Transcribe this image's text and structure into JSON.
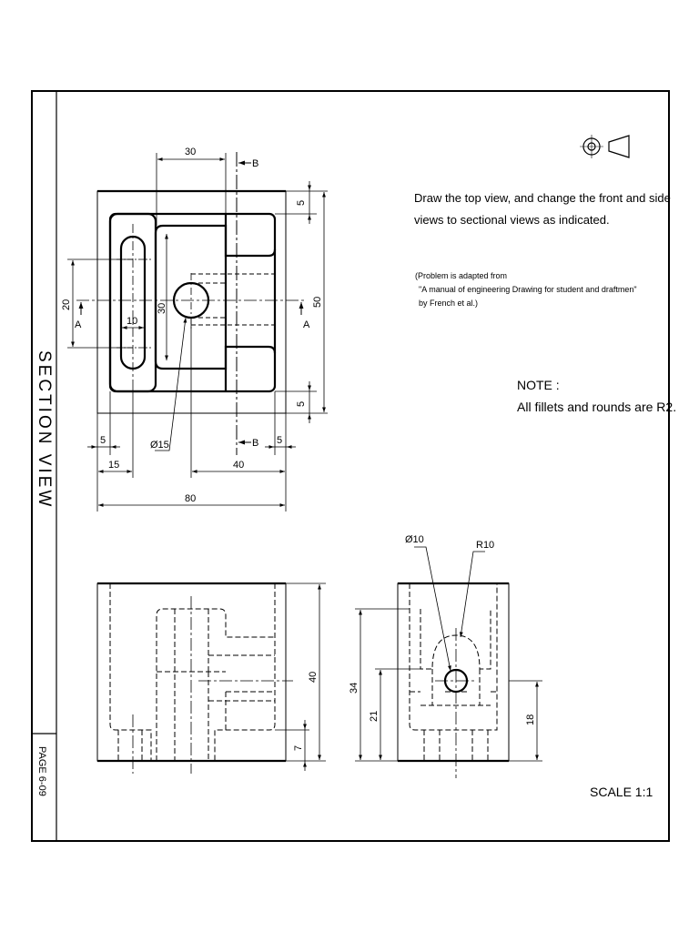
{
  "sheet": {
    "side_title": "SECTION VIEW",
    "page_label": "PAGE 6-09",
    "scale": "SCALE  1:1"
  },
  "instructions": {
    "line1": "Draw the top view, and change the front and side",
    "line2": "views to sectional views as indicated.",
    "source1": "(Problem is adapted from",
    "source2": "\"A manual of engineering Drawing for student and draftmen\"",
    "source3": "by French et al.)",
    "note_title": "NOTE :",
    "note_body": "All fillets and rounds are R2."
  },
  "top_view": {
    "dims": {
      "d30_top": "30",
      "d5_a": "5",
      "d50": "50",
      "d5_b": "5",
      "d20": "20",
      "d10": "10",
      "d30_v": "30",
      "d5_left": "5",
      "d5_right": "5",
      "d15": "15",
      "d40": "40",
      "d80": "80",
      "dia15": "Ø15"
    },
    "cut_labels": {
      "b_top": "B",
      "b_bottom": "B",
      "a_left": "A",
      "a_right": "A"
    }
  },
  "front_view": {
    "dims": {
      "d40": "40",
      "d7": "7"
    }
  },
  "side_view": {
    "dims": {
      "dia10": "Ø10",
      "r10": "R10",
      "d34": "34",
      "d21": "21",
      "d18": "18"
    }
  }
}
